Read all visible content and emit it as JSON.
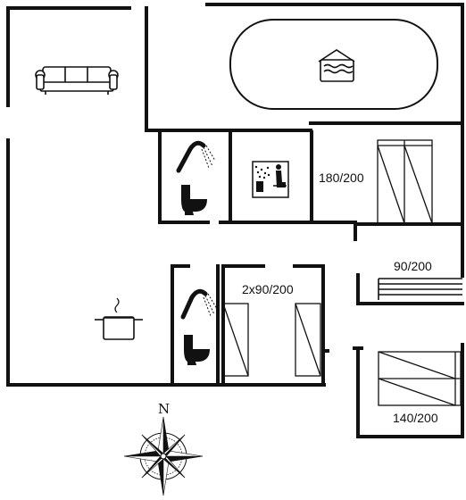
{
  "labels": {
    "bedroom_1": "180/200",
    "bedroom_2": "2x90/200",
    "bedroom_3": "90/200",
    "bedroom_4": "140/200"
  },
  "compass": {
    "north": "N"
  },
  "icons": [
    "sofa-icon",
    "hot-tub-icon",
    "shower-icon",
    "toilet-icon",
    "sauna-icon",
    "cooking-pot-icon",
    "bed-icon",
    "compass-rose-icon"
  ],
  "colors": {
    "wall": "#111111",
    "background": "#ffffff"
  }
}
